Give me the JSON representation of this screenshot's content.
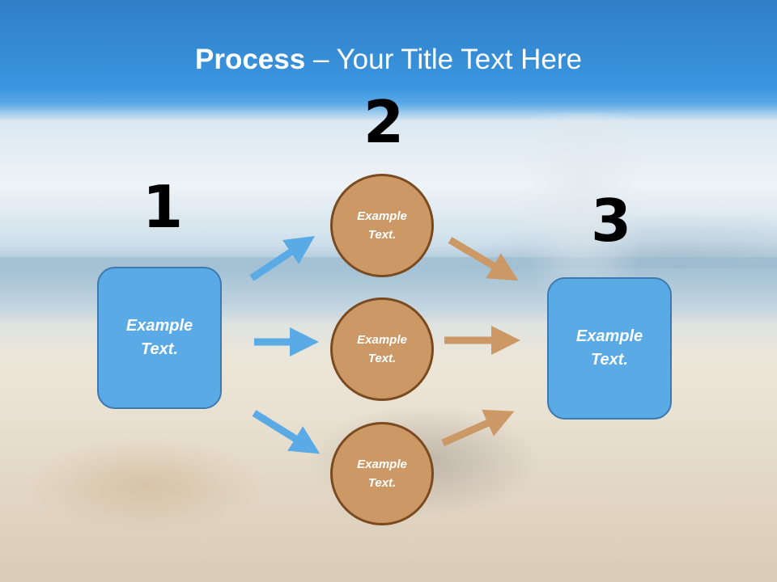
{
  "title": {
    "bold": "Process",
    "rest": " – Your Title Text Here"
  },
  "steps": {
    "one": {
      "number": "1",
      "text": "Example Text."
    },
    "two": {
      "number": "2"
    },
    "three": {
      "number": "3",
      "text": "Example Text."
    }
  },
  "circles": [
    {
      "text": "Example Text."
    },
    {
      "text": "Example Text."
    },
    {
      "text": "Example Text."
    }
  ],
  "colors": {
    "box_fill": "#5aaae6",
    "box_border": "#3f79b0",
    "circle_fill": "#cc9966",
    "circle_border": "#7a4a20",
    "arrow_blue": "#5aaae6",
    "arrow_orange": "#cc9966"
  }
}
